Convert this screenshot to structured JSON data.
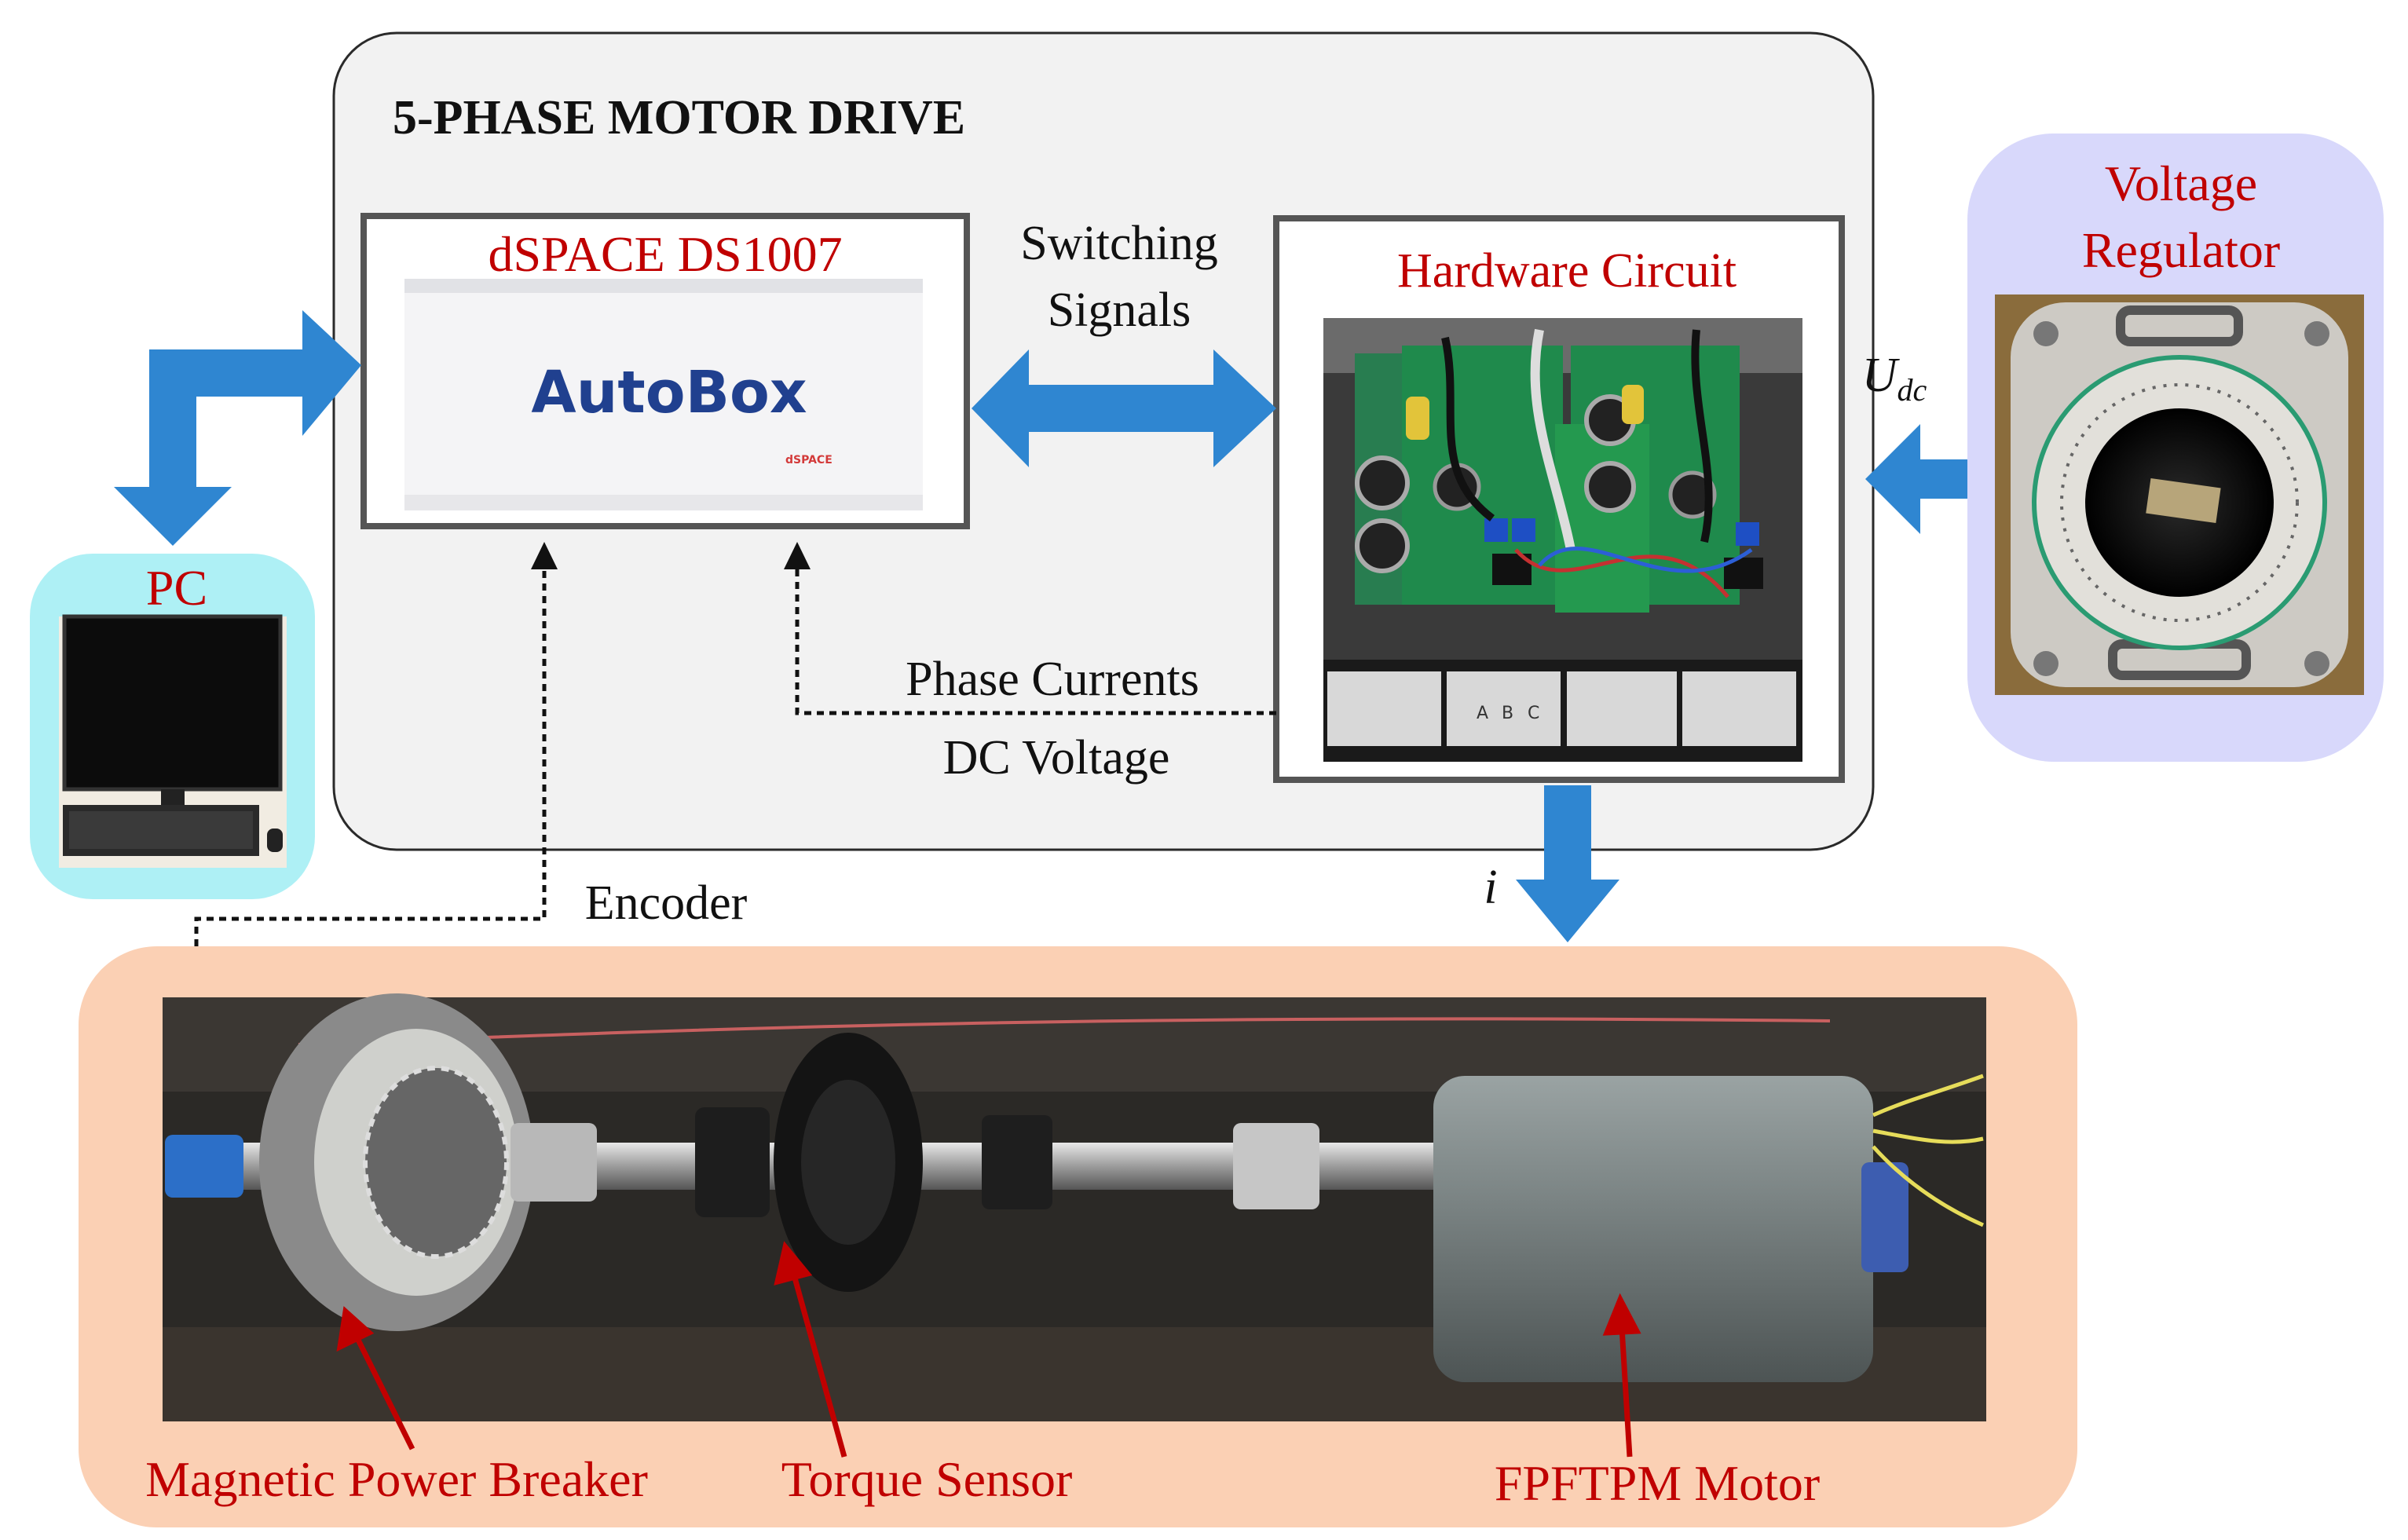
{
  "drive_block": {
    "title": "5-PHASE MOTOR DRIVE"
  },
  "dspace": {
    "label": "dSPACE DS1007",
    "brand_text": "AutoBox",
    "small_brand": "dSPACE"
  },
  "hardware": {
    "label": "Hardware Circuit",
    "terminal_labels": [
      "A",
      "B",
      "C"
    ]
  },
  "voltage_regulator": {
    "line1": "Voltage",
    "line2": "Regulator"
  },
  "pc": {
    "label": "PC"
  },
  "signals": {
    "switching_line1": "Switching",
    "switching_line2": "Signals",
    "phase_currents": "Phase Currents",
    "dc_voltage": "DC Voltage",
    "encoder": "Encoder",
    "udc_main": "U",
    "udc_sub": "dc",
    "current": "i"
  },
  "test_bench": {
    "magnetic_breaker": "Magnetic Power Breaker",
    "torque_sensor": "Torque Sensor",
    "motor": "FPFTPM Motor"
  },
  "colors": {
    "label_red": "#c00000",
    "arrow_blue": "#2f86d1",
    "drive_bg": "#f2f2f2",
    "pc_bg": "#aef0f5",
    "regulator_bg": "#d8d8fb",
    "bench_bg": "#fbd0b4"
  }
}
